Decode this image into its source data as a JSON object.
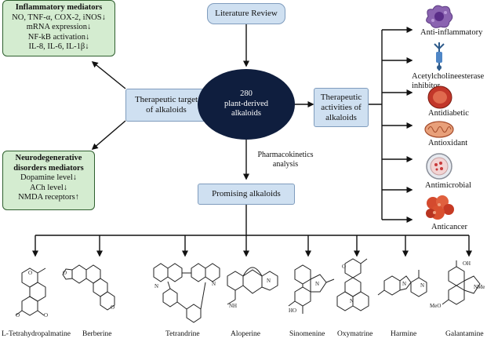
{
  "center": {
    "line1": "280",
    "line2": "plant-derived",
    "line3": "alkaloids"
  },
  "literature_review": "Literature Review",
  "therapeutic_target": {
    "line1": "Therapeutic target",
    "line2": "of alkaloids"
  },
  "therapeutic_activities": {
    "line1": "Therapeutic",
    "line2": "activities of",
    "line3": "alkaloids"
  },
  "pharmacokinetics": {
    "line1": "Pharmacokinetics",
    "line2": "analysis"
  },
  "promising": "Promising alkaloids",
  "inflammatory": {
    "title": "Inflammatory mediators",
    "lines": [
      "NO, TNF-α, COX-2, iNOS↓",
      "mRNA expression↓",
      "NF-kB activation↓",
      "IL-8, IL-6, IL-1β↓"
    ]
  },
  "neuro": {
    "title_line1": "Neurodegenerative",
    "title_line2": "disorders mediators",
    "lines": [
      "Dopamine level↓",
      "ACh level↓",
      "NMDA receptors↑"
    ]
  },
  "activities": [
    {
      "label": "Anti-inflammatory",
      "icon": "immune-cell-icon"
    },
    {
      "label": "Acetylcholineesterase",
      "label2": "inhibitor",
      "icon": "receptor-icon"
    },
    {
      "label": "Antidiabetic",
      "icon": "pancreas-cell-icon"
    },
    {
      "label": "Antioxidant",
      "icon": "mitochondria-icon"
    },
    {
      "label": "Antimicrobial",
      "icon": "petri-dish-icon"
    },
    {
      "label": "Anticancer",
      "icon": "tumor-cluster-icon"
    }
  ],
  "alkaloids": [
    "L-Tetrahydropalmatine",
    "Berberine",
    "Tetrandrine",
    "Aloperine",
    "Sinomenine",
    "Oxymatrine",
    "Harmine",
    "Galantamine"
  ],
  "colors": {
    "box_fill": "#cfe0f1",
    "box_border": "#7f9cbd",
    "green_fill": "#d4ecd0",
    "green_border": "#2f5f2f",
    "oval_fill": "#0f1e3e"
  }
}
